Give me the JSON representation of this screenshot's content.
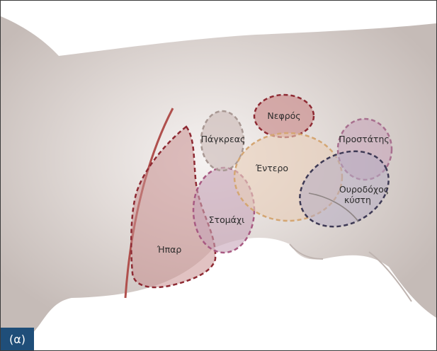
{
  "panel_label": "(α)",
  "labels": {
    "kidney": "Νεφρός",
    "pancreas": "Πάγκρεας",
    "prostate": "Προστάτης",
    "intestine": "Έντερο",
    "bladder_line1": "Ουροδόχος",
    "bladder_line2": "κύστη",
    "stomach": "Στομάχι",
    "liver": "Ήπαρ"
  },
  "colors": {
    "badge": "#1f4e79",
    "body": "#cfc6c2",
    "liver": "#c88f8f",
    "kidney": "#c98a8a",
    "pancreas": "#cdbcb8",
    "stomach": "#c7a4b8",
    "intestine": "#e8cdb8",
    "prostate": "#c8a7bb",
    "bladder": "#b7adc3"
  }
}
